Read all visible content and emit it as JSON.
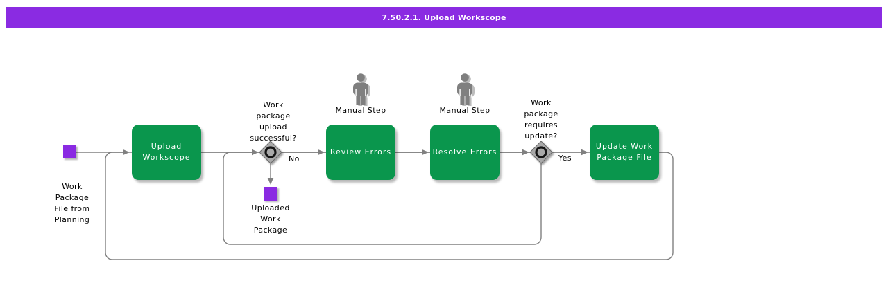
{
  "title_bar": {
    "title": "7.50.2.1. Upload Workscope"
  },
  "colors": {
    "accent_purple": "#8A2BE2",
    "task_green": "#0A964D",
    "connector_gray": "#808080",
    "decision_gray": "#A9A9A9"
  },
  "icons": {
    "manual_step": "person-icon",
    "decision": "circle-in-diamond-icon",
    "data_object": "purple-square-icon"
  },
  "tasks": {
    "upload": "Upload\nWorkscope",
    "review": "Review Errors",
    "resolve": "Resolve Errors",
    "update": "Update Work\nPackage File"
  },
  "labels": {
    "start": "Work\nPackage\nFile from\nPlanning",
    "decision1": "Work\npackage\nupload\nsuccessful?",
    "decision1_no": "No",
    "uploaded": "Uploaded\nWork\nPackage",
    "manual_step_1": "Manual Step",
    "manual_step_2": "Manual Step",
    "decision2": "Work\npackage\nrequires\nupdate?",
    "decision2_yes": "Yes"
  }
}
